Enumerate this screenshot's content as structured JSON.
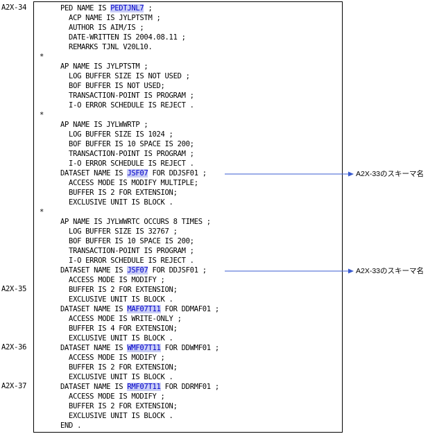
{
  "labels": {
    "a34": "A2X-34",
    "a35": "A2X-35",
    "a36": "A2X-36",
    "a37": "A2X-37"
  },
  "highlight_color": "#c9cdf6",
  "highlight_text_color": "#0000c8",
  "arrow_color": "#3a5bd0",
  "code": [
    {
      "pre": "PED NAME IS ",
      "hl": "PEDTJNL7",
      "post": " ;"
    },
    {
      "pre": "  ACP NAME IS JYLPTSTM ;"
    },
    {
      "pre": "  AUTHOR IS AIM/IS ;"
    },
    {
      "pre": "  DATE-WRITTEN IS 2004.08.11 ;"
    },
    {
      "pre": "  REMARKS TJNL V20L10."
    },
    {
      "pre": "*"
    },
    {
      "pre": "AP NAME IS JYLPTSTM ;"
    },
    {
      "pre": "  LOG BUFFER SIZE IS NOT USED ;"
    },
    {
      "pre": "  BOF BUFFER IS NOT USED;"
    },
    {
      "pre": "  TRANSACTION-POINT IS PROGRAM ;"
    },
    {
      "pre": "  I-O ERROR SCHEDULE IS REJECT ."
    },
    {
      "pre": "*"
    },
    {
      "pre": "AP NAME IS JYLWWRTP ;"
    },
    {
      "pre": "  LOG BUFFER SIZE IS 1024 ;"
    },
    {
      "pre": "  BOF BUFFER IS 10 SPACE IS 200;"
    },
    {
      "pre": "  TRANSACTION-POINT IS PROGRAM ;"
    },
    {
      "pre": "  I-O ERROR SCHEDULE IS REJECT ."
    },
    {
      "pre": "DATASET NAME IS ",
      "hl": "JSF07",
      "post": " FOR DDJSF01 ;"
    },
    {
      "pre": "  ACCESS MODE IS MODIFY MULTIPLE;"
    },
    {
      "pre": "  BUFFER IS 2 FOR EXTENSION;"
    },
    {
      "pre": "  EXCLUSIVE UNIT IS BLOCK ."
    },
    {
      "pre": "*"
    },
    {
      "pre": "AP NAME IS JYLWWRTC OCCURS 8 TIMES ;"
    },
    {
      "pre": "  LOG BUFFER SIZE IS 32767 ;"
    },
    {
      "pre": "  BOF BUFFER IS 10 SPACE IS 200;"
    },
    {
      "pre": "  TRANSACTION-POINT IS PROGRAM ;"
    },
    {
      "pre": "  I-O ERROR SCHEDULE IS REJECT ."
    },
    {
      "pre": "DATASET NAME IS ",
      "hl": "JSF07",
      "post": " FOR DDJSF01 ;"
    },
    {
      "pre": "  ACCESS MODE IS MODIFY ;"
    },
    {
      "pre": "  BUFFER IS 2 FOR EXTENSION;"
    },
    {
      "pre": "  EXCLUSIVE UNIT IS BLOCK ."
    },
    {
      "pre": "DATASET NAME IS ",
      "hl": "MAF07T11",
      "post": " FOR DDMAF01 ;"
    },
    {
      "pre": "  ACCESS MODE IS WRITE-ONLY ;"
    },
    {
      "pre": "  BUFFER IS 4 FOR EXTENSION;"
    },
    {
      "pre": "  EXCLUSIVE UNIT IS BLOCK ."
    },
    {
      "pre": "DATASET NAME IS ",
      "hl": "WMF07T11",
      "post": " FOR DDWMF01 ;"
    },
    {
      "pre": "  ACCESS MODE IS MODIFY ;"
    },
    {
      "pre": "  BUFFER IS 2 FOR EXTENSION;"
    },
    {
      "pre": "  EXCLUSIVE UNIT IS BLOCK ."
    },
    {
      "pre": "DATASET NAME IS ",
      "hl": "RMF07T11",
      "post": " FOR DDRMF01 ;"
    },
    {
      "pre": "  ACCESS MODE IS MODIFY ;"
    },
    {
      "pre": "  BUFFER IS 2 FOR EXTENSION;"
    },
    {
      "pre": "  EXCLUSIVE UNIT IS BLOCK ."
    },
    {
      "pre": "END ."
    }
  ],
  "annotations": [
    {
      "text": "A2X-33のスキーマ名"
    },
    {
      "text": "A2X-33のスキーマ名"
    }
  ]
}
